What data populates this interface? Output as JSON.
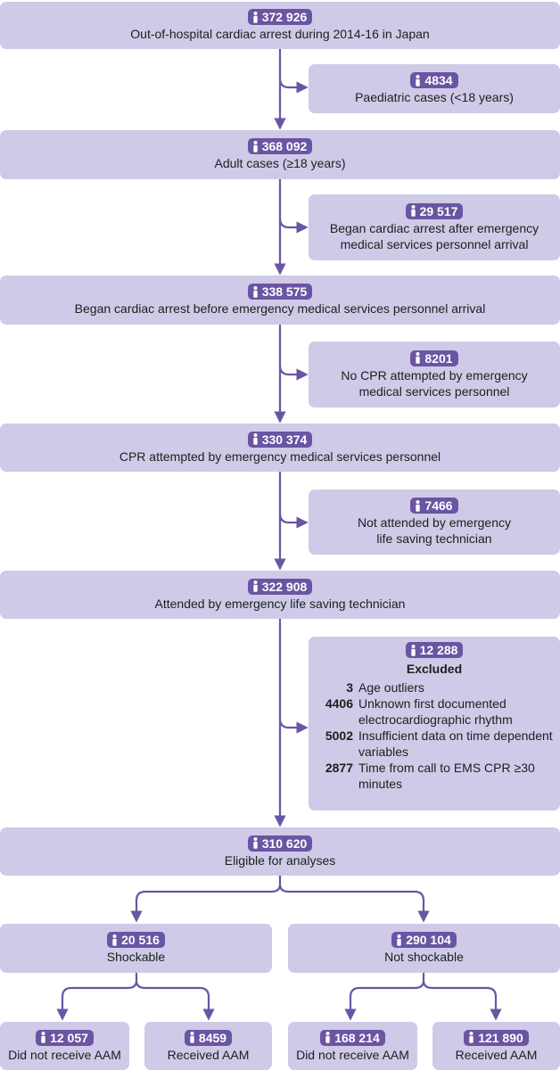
{
  "colors": {
    "box": "#cfcae7",
    "badge": "#6a55a3",
    "line": "#6a55a3"
  },
  "badge_icon": "person-icon",
  "main_steps": [
    {
      "count": "372 926",
      "label": "Out-of-hospital cardiac arrest during 2014-16 in Japan"
    },
    {
      "count": "368 092",
      "label": "Adult cases (≥18 years)"
    },
    {
      "count": "338 575",
      "label": "Began cardiac arrest before emergency medical services personnel arrival"
    },
    {
      "count": "330 374",
      "label": "CPR attempted by emergency medical services personnel"
    },
    {
      "count": "322 908",
      "label": "Attended by emergency life saving technician"
    },
    {
      "count": "310 620",
      "label": "Eligible for analyses"
    }
  ],
  "side_exclusions": [
    {
      "count": "4834",
      "lines": [
        "Paediatric cases (<18 years)"
      ]
    },
    {
      "count": "29 517",
      "lines": [
        "Began cardiac arrest after emergency",
        "medical services personnel arrival"
      ]
    },
    {
      "count": "8201",
      "lines": [
        "No CPR attempted by emergency",
        "medical services personnel"
      ]
    },
    {
      "count": "7466",
      "lines": [
        "Not attended by emergency",
        "life saving technician"
      ]
    }
  ],
  "excluded": {
    "count": "12 288",
    "title": "Excluded",
    "items": [
      {
        "n": "3",
        "text": "Age outliers"
      },
      {
        "n": "4406",
        "text": "Unknown first documented electrocardiographic rhythm"
      },
      {
        "n": "5002",
        "text": "Insufficient data on time dependent variables"
      },
      {
        "n": "2877",
        "text": "Time from call to EMS CPR ≥30 minutes"
      }
    ]
  },
  "rhythm_groups": [
    {
      "count": "20 516",
      "label": "Shockable"
    },
    {
      "count": "290 104",
      "label": "Not shockable"
    }
  ],
  "outcomes": [
    {
      "count": "12 057",
      "label": "Did not receive AAM"
    },
    {
      "count": "8459",
      "label": "Received AAM"
    },
    {
      "count": "168 214",
      "label": "Did not receive AAM"
    },
    {
      "count": "121 890",
      "label": "Received AAM"
    }
  ]
}
